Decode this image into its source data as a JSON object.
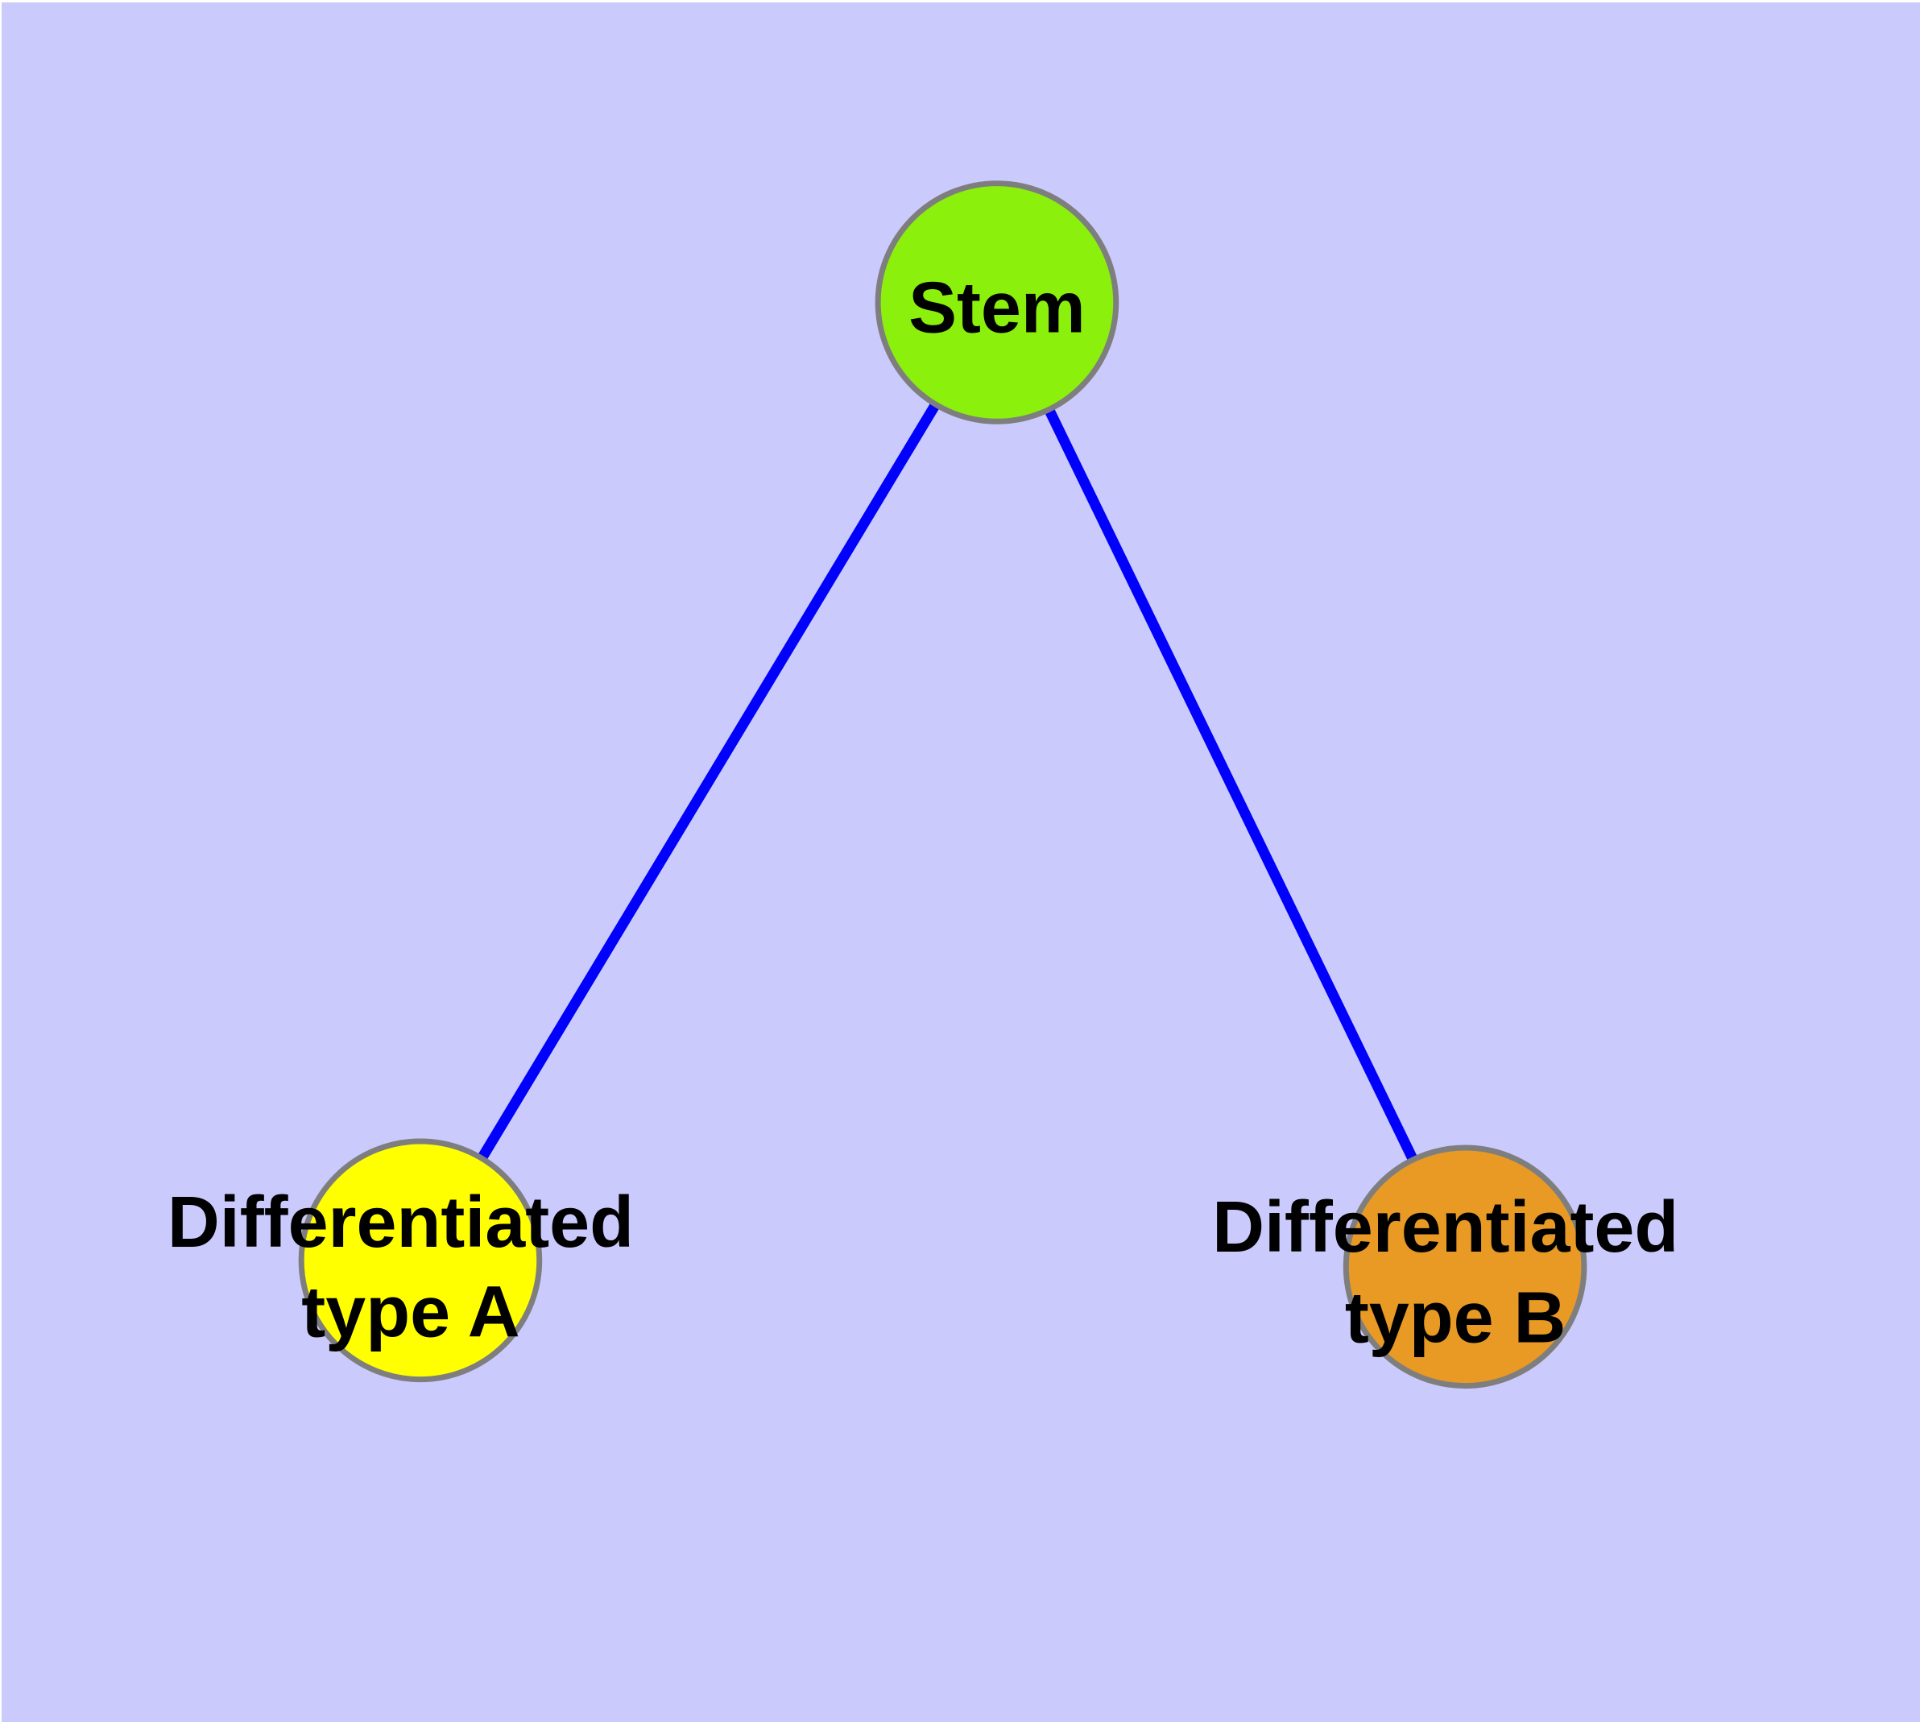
{
  "diagram": {
    "description": "Stem cell differentiation graph: one stem node linked to two differentiated cell-type nodes",
    "background_color": "#CACAFC",
    "edge_color": "#0000FB",
    "node_border_color": "#7E7E7E",
    "label_color": "#000000",
    "nodes": [
      {
        "id": "stem",
        "fill": "#8BF00C",
        "label_lines": [
          "Stem"
        ]
      },
      {
        "id": "type-a",
        "fill": "#FFFF00",
        "label_lines": [
          "Differentiated",
          "type A"
        ]
      },
      {
        "id": "type-b",
        "fill": "#E89A25",
        "label_lines": [
          "Differentiated",
          "type B"
        ]
      }
    ],
    "edges": [
      {
        "from": "Stem",
        "to": "Differentiated type A"
      },
      {
        "from": "Stem",
        "to": "Differentiated type B"
      }
    ]
  }
}
